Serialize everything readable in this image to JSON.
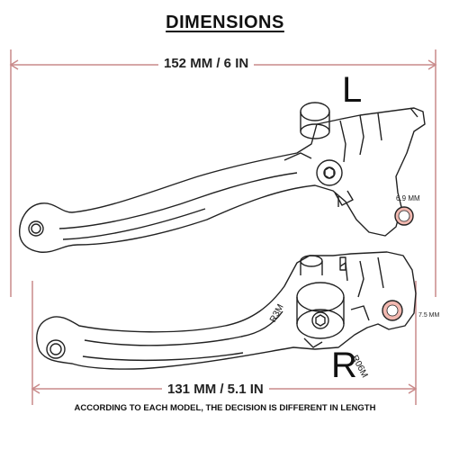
{
  "title": "DIMENSIONS",
  "dimensions": {
    "left_length": "152 MM / 6 IN",
    "right_length": "131 MM / 5.1 IN",
    "left_hole": "6.9 MM",
    "right_hole": "7.5 MM"
  },
  "labels": {
    "left": "L",
    "right": "R"
  },
  "engravings": {
    "right_lever": "R3M",
    "right_clamp": "R06M"
  },
  "footer": "ACCORDING TO EACH MODEL, THE DECISION IS DIFFERENT IN LENGTH",
  "colors": {
    "dimension_line": "#c98a8a",
    "outline": "#222222",
    "hole_accent": "#f2b8b0"
  }
}
